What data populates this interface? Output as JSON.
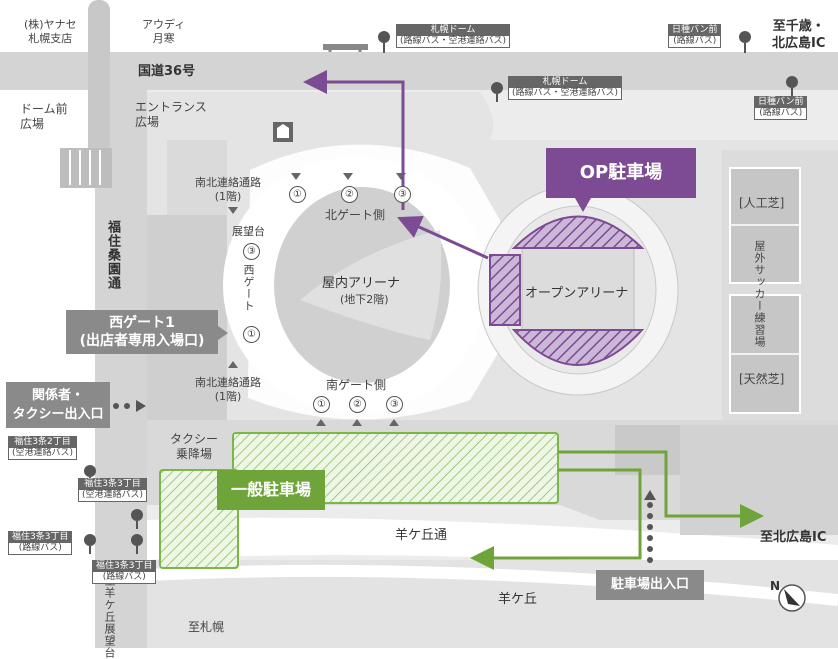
{
  "labels": {
    "yanase": "(株)ヤナセ\n札幌支店",
    "audi": "アウディ\n月寒",
    "to_chitose": "至千歳・\n北広島IC",
    "route36": "国道36号",
    "dome_plaza": "ドーム前\n広場",
    "entrance_plaza": "エントランス\n広場",
    "fukuzumi_street": "福住桑園通",
    "ns_corridor_top": "南北連絡通路\n(1階)",
    "ns_corridor_bottom": "南北連絡通路\n(1階)",
    "observation": "展望台",
    "west_gate_vertical": "西ゲート",
    "north_gate_side": "北ゲート側",
    "south_gate_side": "南ゲート側",
    "indoor_arena": "屋内アリーナ",
    "basement": "(地下2階)",
    "open_arena": "オープンアリーナ",
    "artificial_turf": "[人工芝]",
    "outdoor_soccer": "屋外サッカー練習場",
    "natural_turf": "[天然芝]",
    "taxi_area": "タクシー\n乗降場",
    "hitsujigaoka_street": "羊ケ丘通",
    "to_kitahiroshima": "至北広島IC",
    "hitsujigaoka": "羊ケ丘",
    "to_sapporo": "至札幌",
    "to_observatory": "至羊ケ丘展望台"
  },
  "signs": {
    "west_gate1": "西ゲート1\n(出店者専用入場口)",
    "staff_taxi": "関係者・\nタクシー出入口",
    "op_parking": "OP駐車場",
    "general_parking": "一般駐車場",
    "parking_entrance": "駐車場出入口"
  },
  "bus_stops": {
    "dome_top": {
      "title": "札幌ドーム",
      "sub": "(路線バス・空港連絡バス)"
    },
    "dome_mid": {
      "title": "札幌ドーム",
      "sub": "(路線バス・空港連絡バス)"
    },
    "hitsujibokujo_top": {
      "title": "日種バン前",
      "sub": "(路線バス)"
    },
    "hitsujibokujo_right": {
      "title": "日種バン前",
      "sub": "(路線バス)"
    },
    "f3j2": {
      "title": "福住3条2丁目",
      "sub": "(空港連絡バス)"
    },
    "f3j3_air": {
      "title": "福住3条3丁目",
      "sub": "(空港連絡バス)"
    },
    "f3j3_route_a": {
      "title": "福住3条3丁目",
      "sub": "(路線バス)"
    },
    "f3j3_route_b": {
      "title": "福住3条3丁目",
      "sub": "(路線バス)"
    }
  },
  "gate_numbers": {
    "north": [
      "①",
      "②",
      "③"
    ],
    "south": [
      "①",
      "②",
      "③"
    ],
    "west": [
      "③",
      "①"
    ]
  },
  "compass": "N",
  "colors": {
    "op_purple": "#7d4a94",
    "general_green": "#7ab648",
    "road_gray": "#d9d9d9",
    "sign_gray": "#8a8a8a"
  }
}
